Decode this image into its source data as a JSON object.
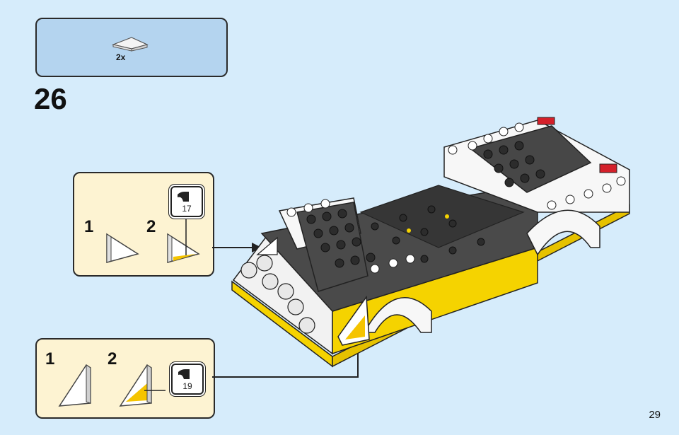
{
  "parts_box": {
    "quantity": "2x"
  },
  "step": {
    "number": "26"
  },
  "callout_top": {
    "substep_1": "1",
    "substep_2": "2",
    "sticker_number": "17"
  },
  "callout_bottom": {
    "substep_1": "1",
    "substep_2": "2",
    "sticker_number": "19"
  },
  "page": {
    "number": "29"
  },
  "colors": {
    "background": "#d6ecfb",
    "parts_box": "#b4d4ef",
    "callout": "#fdf3d2",
    "brick_yellow": "#f5d300",
    "brick_black": "#3a3a3a",
    "brick_white": "#ffffff"
  }
}
